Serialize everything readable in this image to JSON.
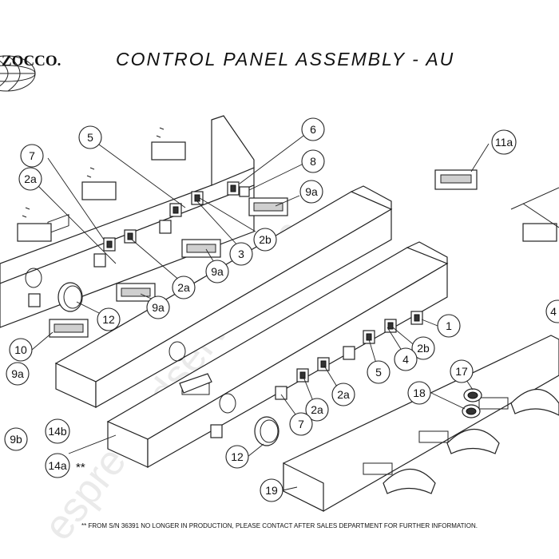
{
  "brand": "ZOCCO.",
  "title": "CONTROL PANEL ASSEMBLY - AU",
  "watermark": "espressodservice.top",
  "footnote": "** FROM S/N 36391 NO LONGER IN PRODUCTION, PLEASE CONTACT AFTER SALES DEPARTMENT FOR FURTHER INFORMATION.",
  "asterisks": "**",
  "callouts": {
    "c5_top": "5",
    "c6": "6",
    "c7_top": "7",
    "c2a_left": "2a",
    "c8": "8",
    "c9a_upper": "9a",
    "c2b_upper": "2b",
    "c3": "3",
    "c9a_mid": "9a",
    "c2a_mid": "2a",
    "c9a_low": "9a",
    "c12_upper": "12",
    "c10": "10",
    "c9a_left": "9a",
    "c11a": "11a",
    "c1": "1",
    "c2b_lower": "2b",
    "c4": "4",
    "c5_lower": "5",
    "c2a_lower1": "2a",
    "c2a_lower2": "2a",
    "c7_lower": "7",
    "c17": "17",
    "c18": "18",
    "c12_lower": "12",
    "c14b": "14b",
    "c14a": "14a",
    "c9b": "9b",
    "c19": "19",
    "c4_edge": "4"
  }
}
